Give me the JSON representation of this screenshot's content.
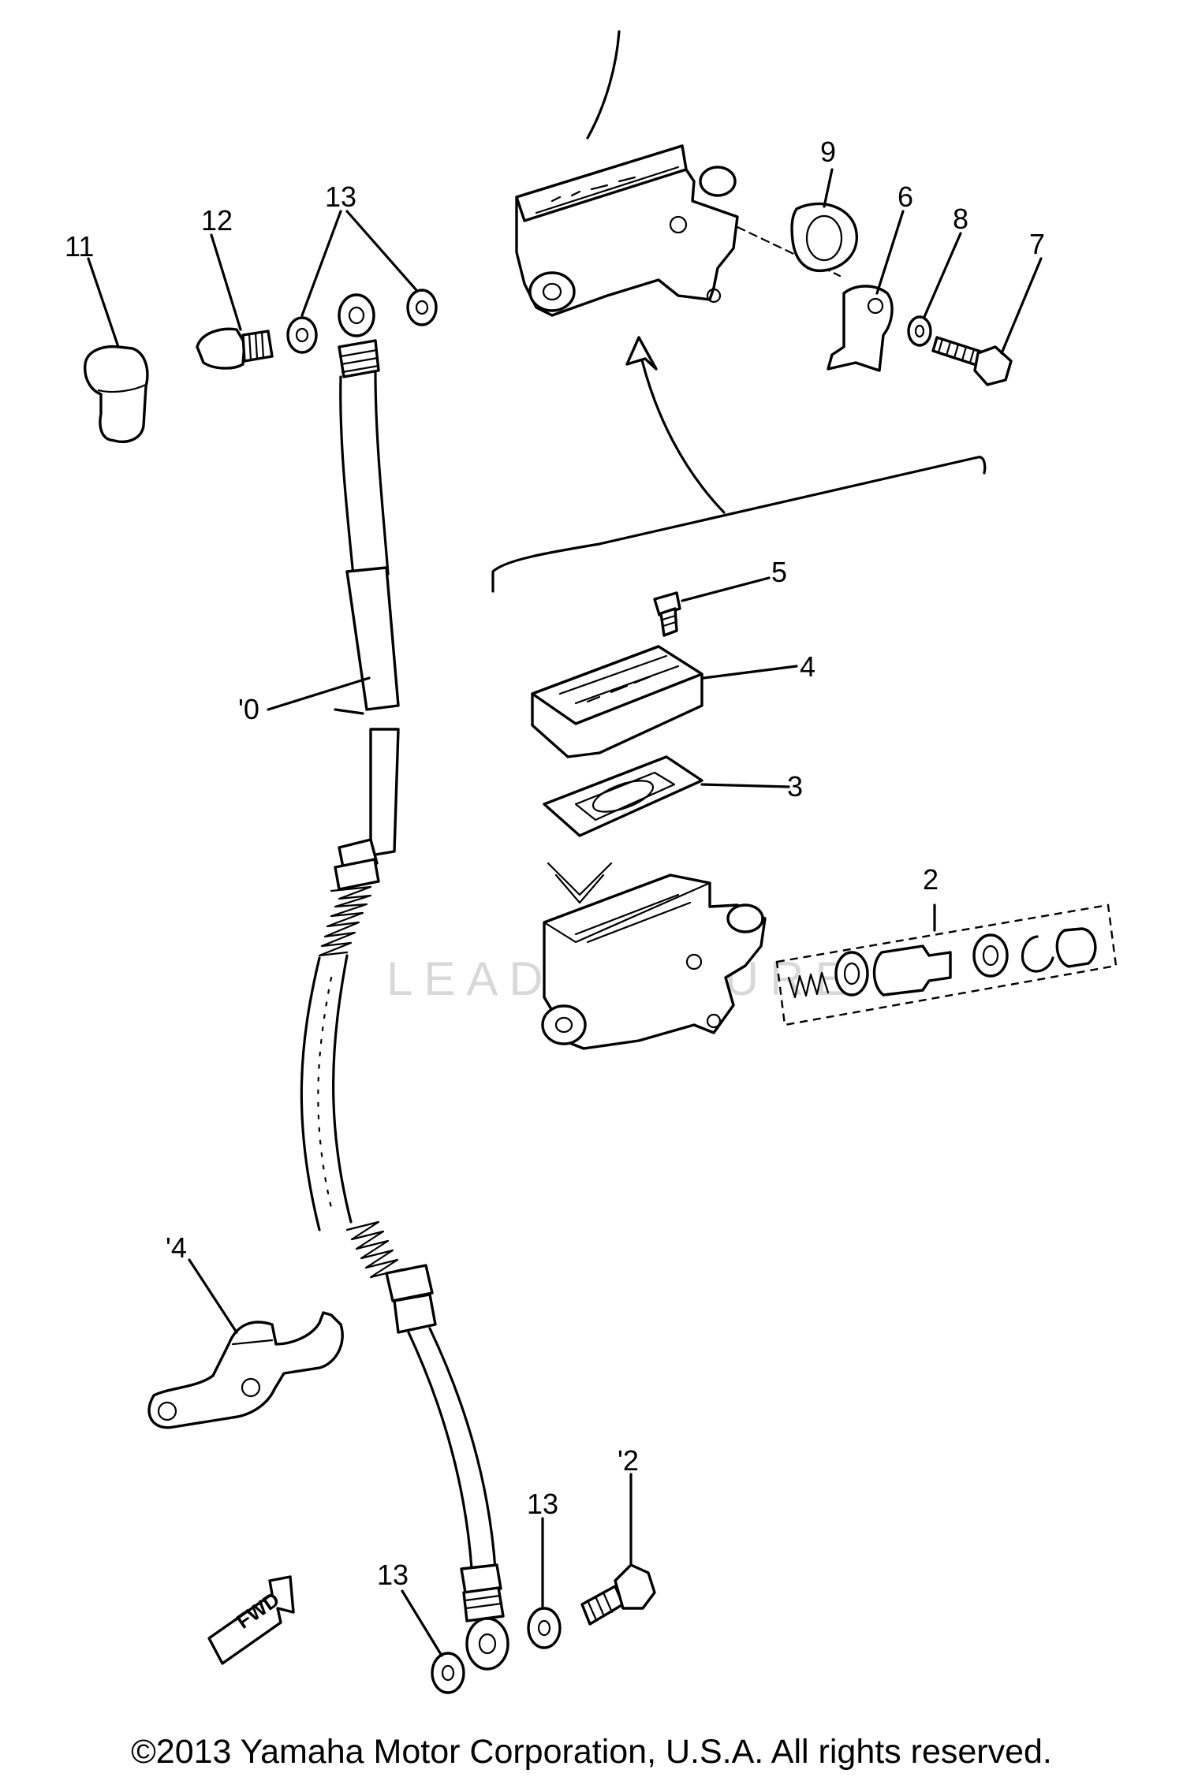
{
  "callouts": {
    "c1": "",
    "c2": "2",
    "c3": "3",
    "c4": "4",
    "c5": "5",
    "c6": "6",
    "c7": "7",
    "c8": "8",
    "c9": "9",
    "c10": "'0",
    "c11": "11",
    "c12_top": "12",
    "c13_top": "13",
    "c14": "'4",
    "c12_bottom": "'2",
    "c13_mid": "13",
    "c13_bottom": "13"
  },
  "fwd_label": "FWD",
  "watermark": "LEADVENTURE",
  "copyright": "©2013 Yamaha Motor Corporation, U.S.A. All rights reserved."
}
